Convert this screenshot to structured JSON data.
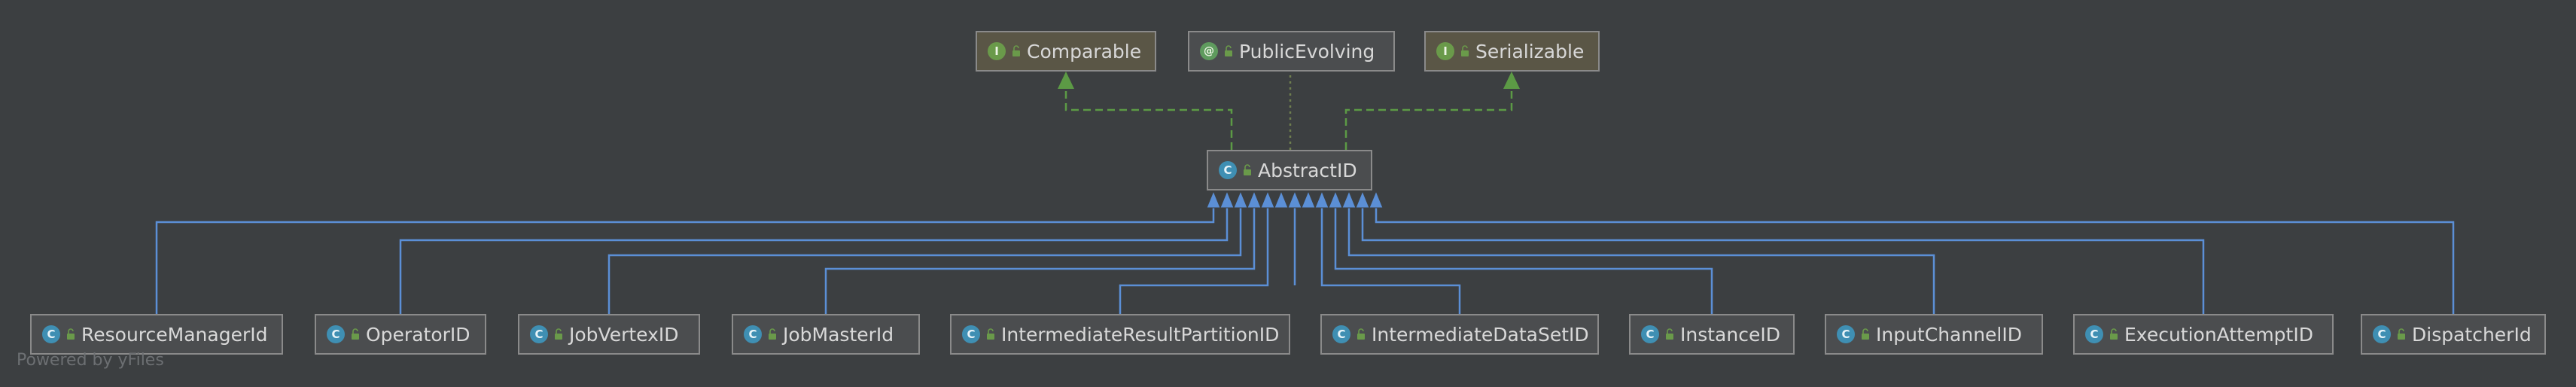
{
  "diagram": {
    "interfaces": [
      {
        "label": "Comparable",
        "badge": "I",
        "icon": "interface-icon"
      },
      {
        "label": "PublicEvolving",
        "badge": "@",
        "icon": "annotation-icon"
      },
      {
        "label": "Serializable",
        "badge": "I",
        "icon": "interface-icon"
      }
    ],
    "base": {
      "label": "AbstractID",
      "badge": "C",
      "icon": "class-icon"
    },
    "subclasses": [
      {
        "label": "ResourceManagerId",
        "badge": "C"
      },
      {
        "label": "OperatorID",
        "badge": "C"
      },
      {
        "label": "JobVertexID",
        "badge": "C"
      },
      {
        "label": "JobMasterId",
        "badge": "C"
      },
      {
        "label": "IntermediateResultPartitionID",
        "badge": "C"
      },
      {
        "label": "IntermediateDataSetID",
        "badge": "C"
      },
      {
        "label": "InstanceID",
        "badge": "C"
      },
      {
        "label": "InputChannelID",
        "badge": "C"
      },
      {
        "label": "ExecutionAttemptID",
        "badge": "C"
      },
      {
        "label": "DispatcherId",
        "badge": "C"
      }
    ],
    "colors": {
      "background": "#3c3f41",
      "inheritance_edge": "#5b8fd6",
      "implements_edge": "#5c9a45",
      "annotation_edge": "#6f7f4f"
    },
    "footer": "Powered by yFiles"
  }
}
